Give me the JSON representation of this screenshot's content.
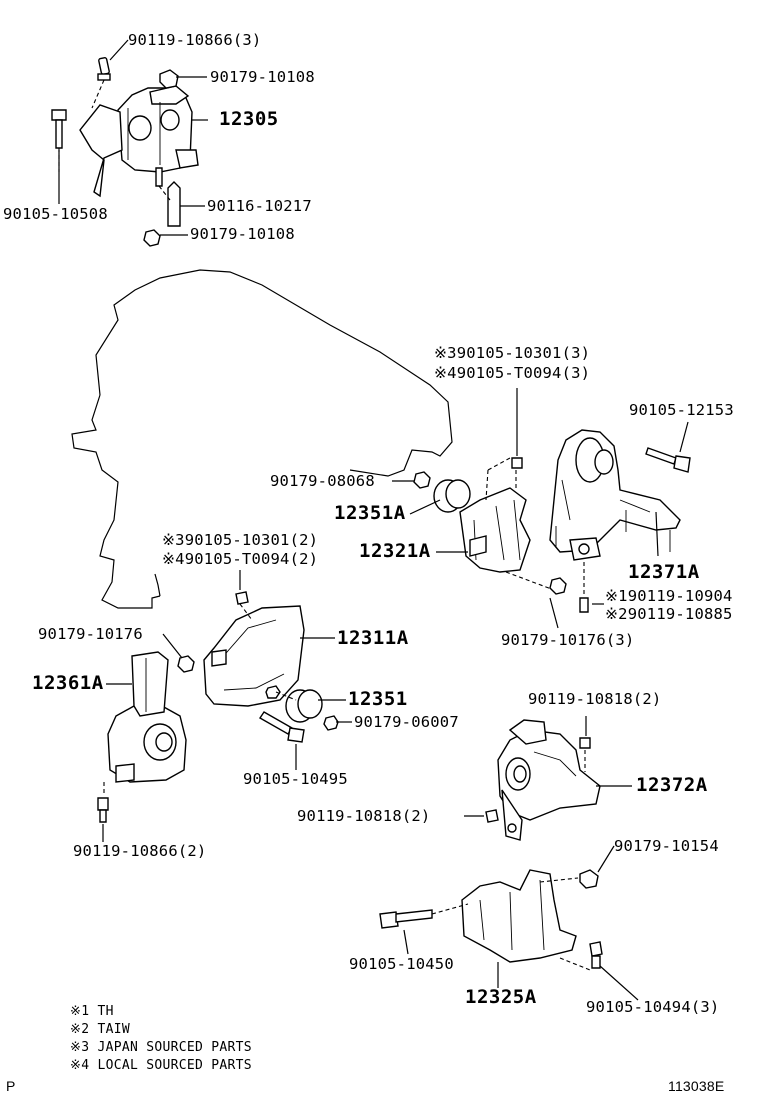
{
  "labels": {
    "l1": "90119-10866(3)",
    "l2": "90179-10108",
    "l3": "12305",
    "l4": "90105-10508",
    "l5": "90116-10217",
    "l6": "90179-10108",
    "l7": "※390105-10301(3)",
    "l8": "※490105-T0094(3)",
    "l9": "90105-12153",
    "l10": "90179-08068",
    "l11": "12351A",
    "l12": "12321A",
    "l13": "12371A",
    "l14": "※390105-10301(2)",
    "l15": "※490105-T0094(2)",
    "l16": "※190119-10904",
    "l17": "※290119-10885",
    "l18": "90179-10176",
    "l19": "12311A",
    "l20": "90179-10176(3)",
    "l21": "12361A",
    "l22": "12351",
    "l23": "90179-06007",
    "l24": "90105-10495",
    "l25": "90119-10818(2)",
    "l26": "12372A",
    "l27": "90119-10818(2)",
    "l28": "90119-10866(2)",
    "l29": "90179-10154",
    "l30": "90105-10450",
    "l31": "12325A",
    "l32": "90105-10494(3)"
  },
  "notes": [
    "※1 TH",
    "※2 TAIW",
    "※3 JAPAN SOURCED PARTS",
    "※4 LOCAL SOURCED PARTS"
  ],
  "footer": {
    "left": "P",
    "right": "113038E"
  }
}
